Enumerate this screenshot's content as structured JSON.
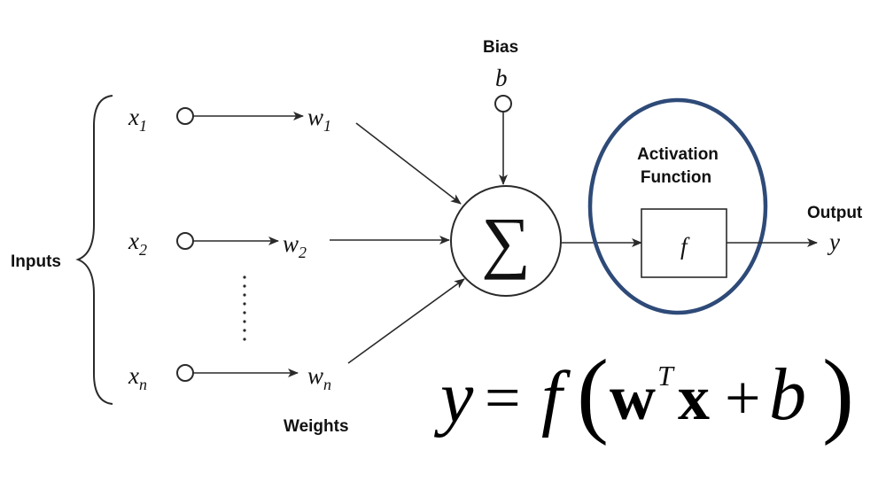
{
  "labels": {
    "inputs": "Inputs",
    "weights": "Weights",
    "bias": "Bias",
    "activation_line1": "Activation",
    "activation_line2": "Function",
    "output": "Output"
  },
  "symbols": {
    "x": "x",
    "w": "w",
    "sub1": "1",
    "sub2": "2",
    "subn": "n",
    "bias": "b",
    "sum": "∑",
    "func": "f",
    "output": "y"
  },
  "equation": {
    "lhs": "y",
    "eq": "=",
    "f": "f",
    "lparen": "(",
    "w": "w",
    "T": "T",
    "x": "x",
    "plus": "+",
    "b": "b",
    "rparen": ")"
  },
  "colors": {
    "line": "#2a2a2a",
    "highlight_ellipse": "#2e4a78"
  }
}
